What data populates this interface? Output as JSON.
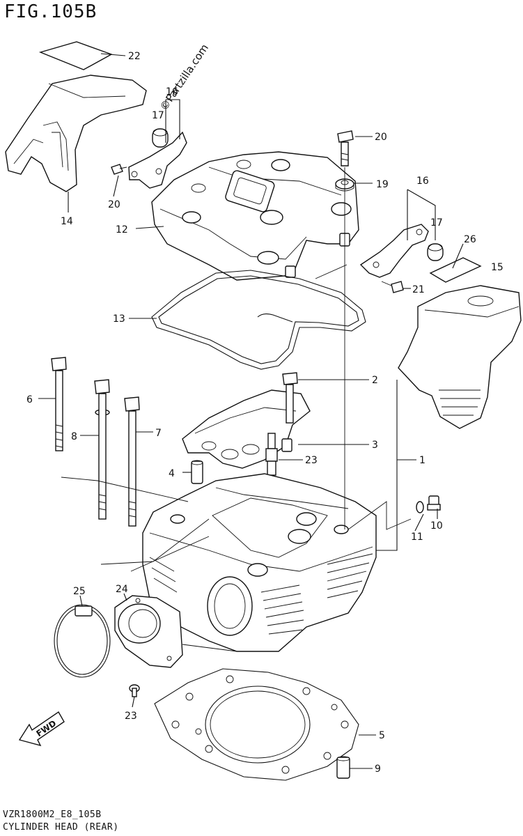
{
  "figure": {
    "title": "FIG.105B",
    "code": "VZR1800M2_E8_105B",
    "name": "CYLINDER HEAD (REAR)",
    "watermark": "©Partzilla.com",
    "fwd_label": "FWD"
  },
  "callouts": [
    {
      "id": "c1",
      "label": "1"
    },
    {
      "id": "c2",
      "label": "2"
    },
    {
      "id": "c3",
      "label": "3"
    },
    {
      "id": "c4",
      "label": "4"
    },
    {
      "id": "c5",
      "label": "5"
    },
    {
      "id": "c6",
      "label": "6"
    },
    {
      "id": "c7",
      "label": "7"
    },
    {
      "id": "c8",
      "label": "8"
    },
    {
      "id": "c9",
      "label": "9"
    },
    {
      "id": "c10",
      "label": "10"
    },
    {
      "id": "c11",
      "label": "11"
    },
    {
      "id": "c12",
      "label": "12"
    },
    {
      "id": "c13",
      "label": "13"
    },
    {
      "id": "c14",
      "label": "14"
    },
    {
      "id": "c15",
      "label": "15"
    },
    {
      "id": "c16a",
      "label": "16"
    },
    {
      "id": "c16b",
      "label": "16"
    },
    {
      "id": "c17a",
      "label": "17"
    },
    {
      "id": "c17b",
      "label": "17"
    },
    {
      "id": "c18",
      "label": "18"
    },
    {
      "id": "c19",
      "label": "19"
    },
    {
      "id": "c20a",
      "label": "20"
    },
    {
      "id": "c20b",
      "label": "20"
    },
    {
      "id": "c21",
      "label": "21"
    },
    {
      "id": "c22",
      "label": "22"
    },
    {
      "id": "c23",
      "label": "23"
    },
    {
      "id": "c24",
      "label": "24"
    },
    {
      "id": "c25",
      "label": "25"
    },
    {
      "id": "c26",
      "label": "26"
    }
  ]
}
